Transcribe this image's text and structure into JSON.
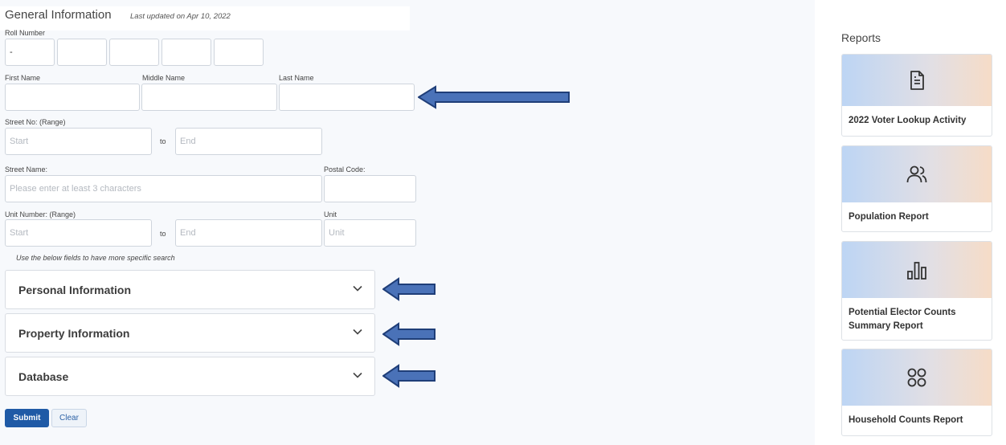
{
  "general": {
    "title": "General Information",
    "last_updated": "Last updated on Apr 10, 2022",
    "roll_number_label": "Roll Number",
    "roll_first_value": "-",
    "first_name_label": "First Name",
    "middle_name_label": "Middle Name",
    "last_name_label": "Last Name",
    "street_no_label": "Street No: (Range)",
    "street_no_start_placeholder": "Start",
    "street_no_end_placeholder": "End",
    "to_label": "to",
    "street_name_label": "Street Name:",
    "street_name_placeholder": "Please enter at least 3 characters",
    "postal_code_label": "Postal Code:",
    "unit_number_label": "Unit Number: (Range)",
    "unit_start_placeholder": "Start",
    "unit_end_placeholder": "End",
    "unit_label": "Unit",
    "unit_placeholder": "Unit",
    "helper_note": "Use the below fields to have more specific search"
  },
  "sections": [
    {
      "label": "Personal Information"
    },
    {
      "label": "Property Information"
    },
    {
      "label": "Database"
    }
  ],
  "buttons": {
    "submit": "Submit",
    "clear": "Clear"
  },
  "reports": {
    "title": "Reports",
    "cards": [
      {
        "label": "2022 Voter Lookup Activity",
        "icon": "document-icon"
      },
      {
        "label": "Population Report",
        "icon": "users-icon"
      },
      {
        "label": "Potential Elector Counts Summary Report",
        "icon": "bar-chart-icon"
      },
      {
        "label": "Household Counts Report",
        "icon": "grid-circles-icon"
      }
    ]
  },
  "colors": {
    "primary": "#1f5aa6",
    "arrow": "#4a72b8",
    "panel_bg": "#f7f9fc"
  }
}
